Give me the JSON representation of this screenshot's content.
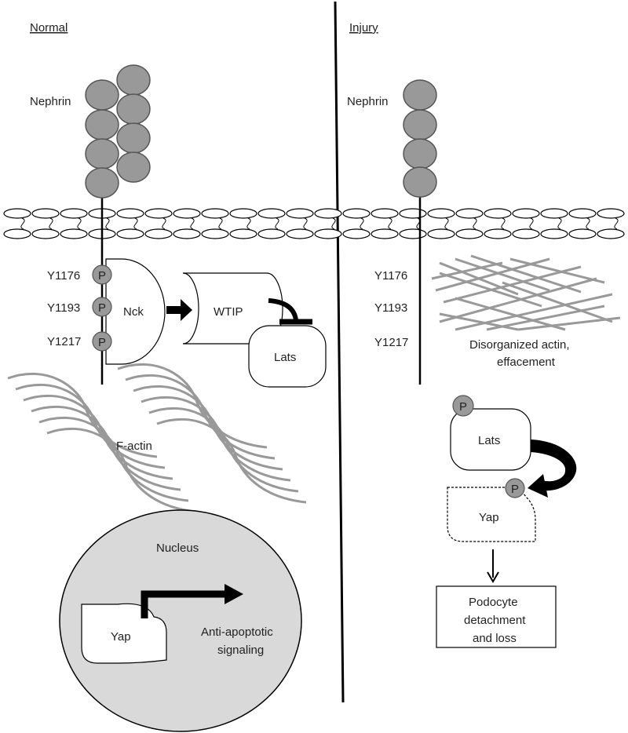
{
  "panels": {
    "normal": {
      "heading": "Normal",
      "nephrin_label": "Nephrin",
      "residues": [
        "Y1176",
        "Y1193",
        "Y1217"
      ],
      "phospho_mark": "P",
      "nck_label": "Nck",
      "wtip_label": "WTIP",
      "lats_label": "Lats",
      "factin_label": "F-actin",
      "nucleus_label": "Nucleus",
      "yap_label": "Yap",
      "output_label_line1": "Anti-apoptotic",
      "output_label_line2": "signaling"
    },
    "injury": {
      "heading": "Injury",
      "nephrin_label": "Nephrin",
      "residues": [
        "Y1176",
        "Y1193",
        "Y1217"
      ],
      "actin_label_line1": "Disorganized actin,",
      "actin_label_line2": "effacement",
      "phospho_mark": "P",
      "lats_label": "Lats",
      "yap_label": "Yap",
      "outcome_line1": "Podocyte",
      "outcome_line2": "detachment",
      "outcome_line3": "and loss"
    }
  },
  "colors": {
    "protein_fill": "#999999",
    "actin_stroke": "#999999",
    "nucleus_fill": "#d9d9d9",
    "line": "#000000"
  }
}
